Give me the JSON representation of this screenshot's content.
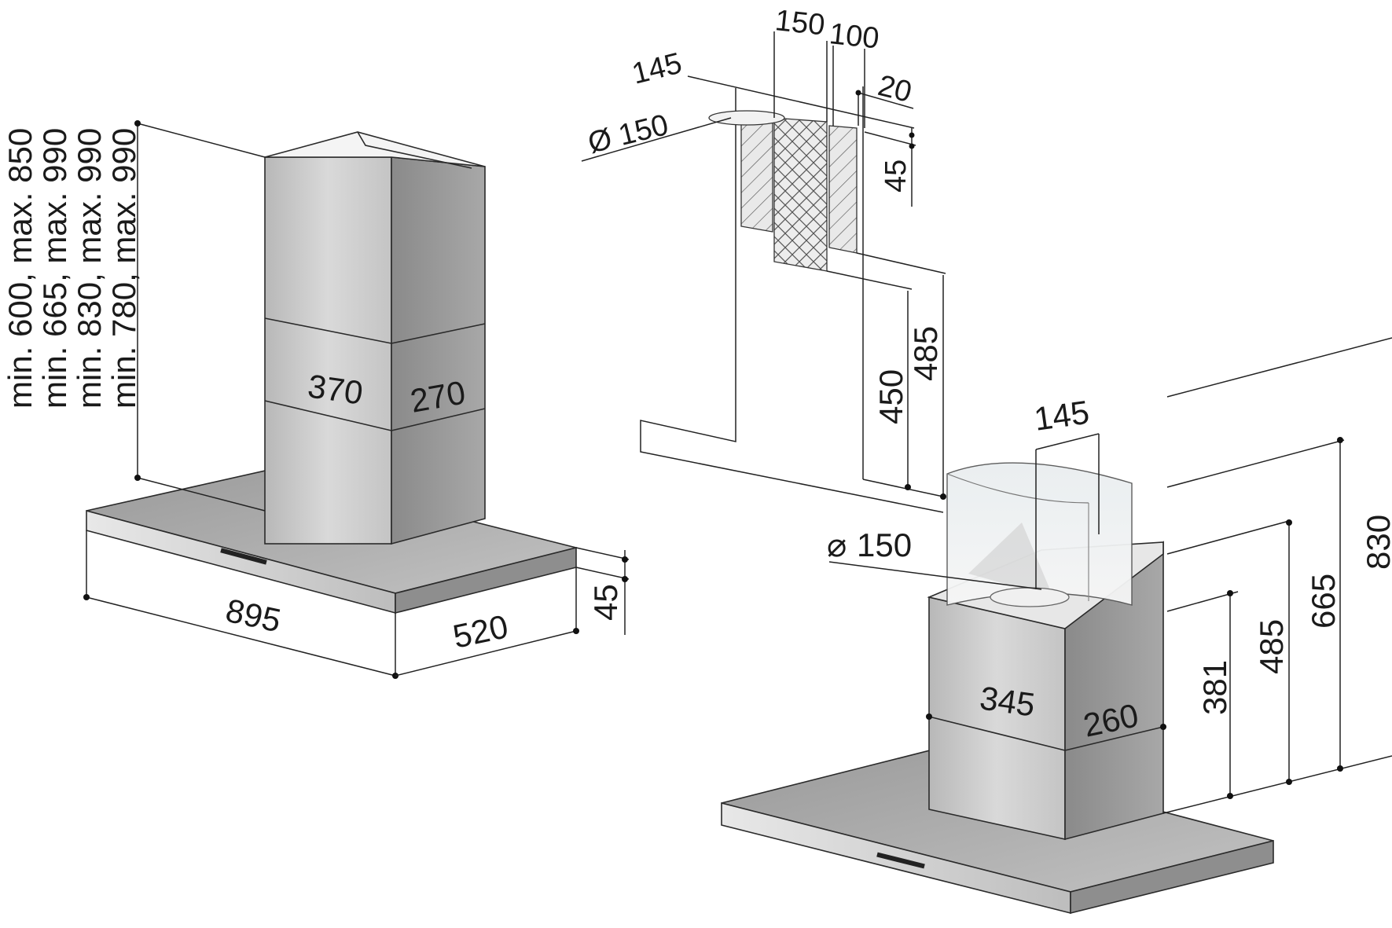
{
  "height_ranges": [
    "min. 600, max. 850",
    "min. 665, max. 990",
    "min. 830, max. 990",
    "min. 780, max. 990"
  ],
  "left_hood": {
    "chimney_width": "370",
    "chimney_depth": "270",
    "hood_width": "895",
    "hood_depth": "520",
    "hood_thickness": "45"
  },
  "wall_detail": {
    "offset": "145",
    "duct_width": "150",
    "gap": "100",
    "clearance": "20",
    "duct_diameter": "Ø 150",
    "top_offset": "45",
    "height_a": "450",
    "height_b": "485"
  },
  "right_hood": {
    "outlet_offset": "145",
    "outlet_diameter": "150",
    "chimney_width": "345",
    "chimney_depth": "260",
    "height_1": "381",
    "height_2": "485",
    "height_3": "665",
    "height_4": "830"
  }
}
